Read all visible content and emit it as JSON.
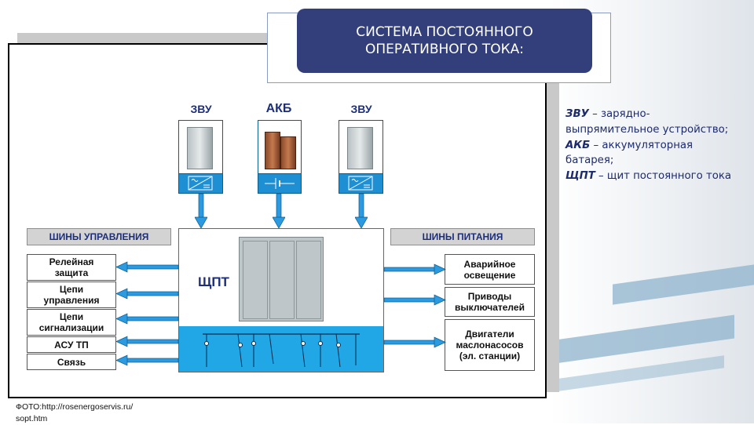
{
  "title": {
    "line1": "СИСТЕМА ПОСТОЯННОГО",
    "line2": "ОПЕРАТИВНОГО ТОКА:"
  },
  "devices": {
    "zvu_left": "ЗВУ",
    "akb": "АКБ",
    "zvu_right": "ЗВУ"
  },
  "buses": {
    "control": "ШИНЫ УПРАВЛЕНИЯ",
    "power": "ШИНЫ ПИТАНИЯ"
  },
  "shpt_label": "ЩПТ",
  "control_items": [
    {
      "line1": "Релейная",
      "line2": "защита"
    },
    {
      "line1": "Цепи",
      "line2": "управления"
    },
    {
      "line1": "Цепи",
      "line2": "сигнализации"
    },
    {
      "line1": "АСУ ТП",
      "line2": ""
    },
    {
      "line1": "Связь",
      "line2": ""
    }
  ],
  "power_items": [
    {
      "line1": "Аварийное",
      "line2": "освещение"
    },
    {
      "line1": "Приводы",
      "line2": "выключателей"
    },
    {
      "line1": "Двигатели",
      "line2": "маслонасосов",
      "line3": "(эл. станции)"
    }
  ],
  "legend": [
    {
      "term": "ЗВУ",
      "def": " – зарядно-выпрямительное устройство;"
    },
    {
      "term": "АКБ",
      "def": " – аккумуляторная батарея;"
    },
    {
      "term": "ЩПТ",
      "def": " – щит постоянного тока"
    }
  ],
  "footer": {
    "line1": "ФОТО:http://rosenergoservis.ru/",
    "line2": "sopt.htm"
  },
  "colors": {
    "title_bg": "#323f7a",
    "accent_blue": "#21a7e6",
    "label_navy": "#1d2f7a"
  }
}
